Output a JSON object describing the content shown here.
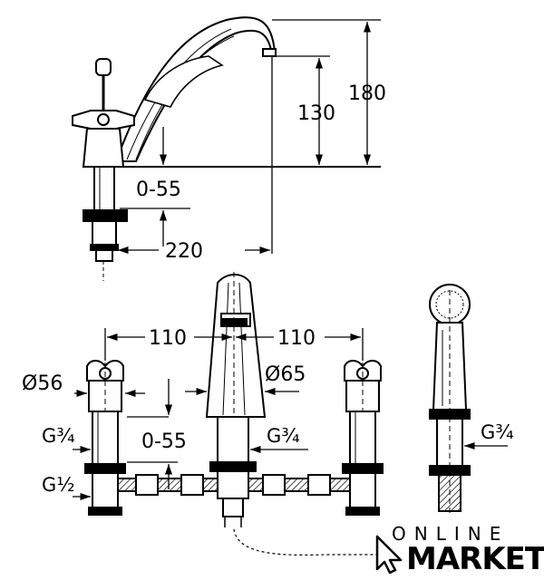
{
  "side_view": {
    "dim_height_total": "180",
    "dim_spout_height": "130",
    "dim_deck_thickness": "0-55",
    "dim_spout_reach": "220"
  },
  "front_view": {
    "dim_spacing_left": "110",
    "dim_spacing_right": "110",
    "dim_handle_diameter": "Ø56",
    "dim_spout_diameter": "Ø65",
    "dim_thread_left": "G¾",
    "dim_thread_center": "G¾",
    "dim_deck_thickness": "0-55",
    "dim_thread_inlet": "G½",
    "dim_thread_shower": "G¾"
  },
  "logo": {
    "line1": "ONLINE",
    "line2": "MARKET"
  }
}
